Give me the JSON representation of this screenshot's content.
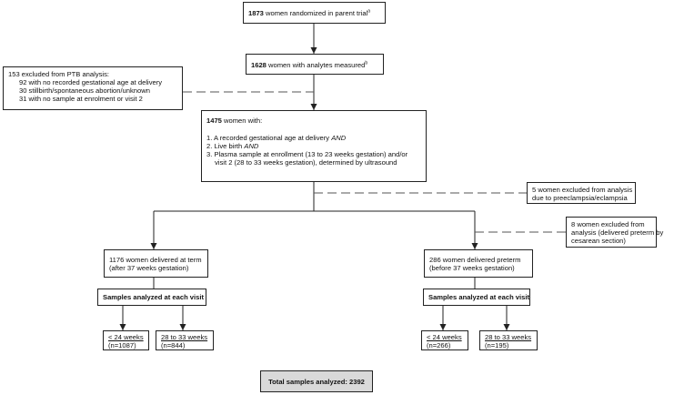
{
  "top": {
    "count": "1873",
    "text": " women randomized in parent trial",
    "sup": "a"
  },
  "measured": {
    "count": "1628",
    "text": " women with analytes measured",
    "sup": "b"
  },
  "excluded_ptb": {
    "title": "153 excluded from PTB analysis:",
    "items": [
      "92 with no recorded gestational age at delivery",
      "30 stillbirth/spontaneous abortion/unknown",
      "31 with no sample at enrolment or visit 2"
    ]
  },
  "criteria": {
    "count": "1475",
    "text": " women with:",
    "item1": "1. A recorded gestational age at delivery ",
    "item1_em": "AND",
    "item2": "2. Live birth ",
    "item2_em": "AND",
    "item3a": "3. Plasma sample at enrollment (13 to 23 weeks gestation) and/or",
    "item3b": "visit 2 (28 to 33 weeks gestation), determined by ultrasound"
  },
  "excluded_pre": {
    "line1": "5 women excluded from analysis",
    "line2": "due to preeclampsia/eclampsia"
  },
  "excluded_cesarean": {
    "line1": "8 women excluded from",
    "line2": "analysis (delivered preterm by",
    "line3": "cesarean section)"
  },
  "term": {
    "line1": "1176 women delivered at term",
    "line2": "(after 37 weeks gestation)",
    "samples": "Samples analyzed at each visit",
    "lt24": "< 24 weeks",
    "lt24_n": "(n=1087)",
    "w2833": "28 to 33 weeks",
    "w2833_n": "(n=844)"
  },
  "preterm": {
    "line1": "286 women delivered preterm",
    "line2": "(before 37 weeks gestation)",
    "samples": "Samples analyzed at each visit",
    "lt24": "< 24 weeks",
    "lt24_n": "(n=266)",
    "w2833": "28 to 33 weeks",
    "w2833_n": "(n=195)"
  },
  "total": "Total samples analyzed: 2392"
}
